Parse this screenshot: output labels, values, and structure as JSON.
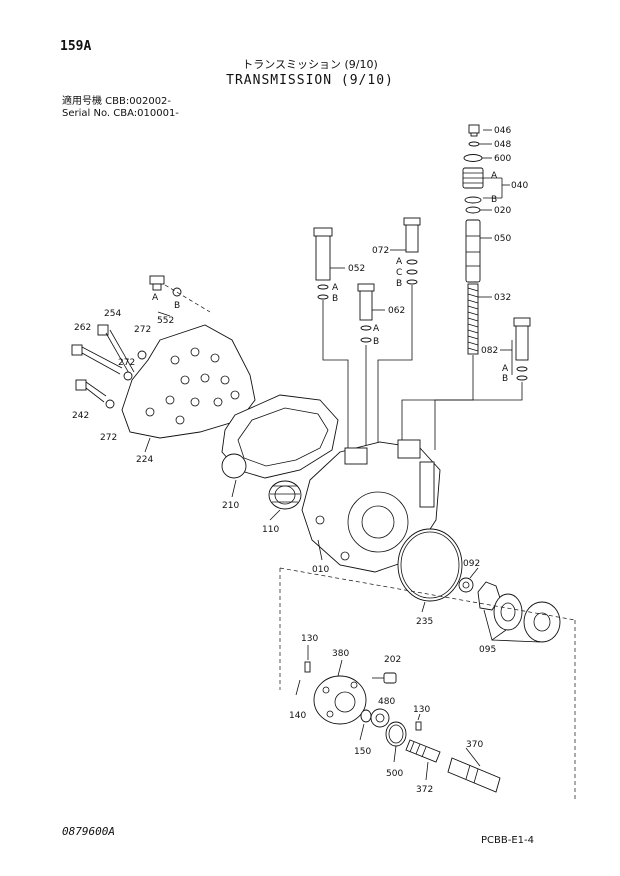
{
  "header": {
    "page_number": "159A",
    "title_jp": "トランスミッション (9/10)",
    "title_en": "TRANSMISSION (9/10)",
    "serial_line1": "適用号機 CBB:002002-",
    "serial_line2": "Serial No. CBA:010001-"
  },
  "footer": {
    "drawing_code": "0879600A",
    "sheet_code": "PCBB-E1-4"
  },
  "callouts": {
    "c046": "046",
    "c048": "048",
    "c600": "600",
    "c040": "040",
    "c020": "020",
    "c050": "050",
    "c032": "032",
    "c082": "082",
    "c052": "052",
    "c072": "072",
    "c062": "062",
    "c552": "552",
    "c254": "254",
    "c262": "262",
    "c272a": "272",
    "c272b": "272",
    "c272c": "272",
    "c242": "242",
    "c224": "224",
    "c210": "210",
    "c110": "110",
    "c010": "010",
    "c092": "092",
    "c235": "235",
    "c095": "095",
    "c130a": "130",
    "c380": "380",
    "c202": "202",
    "c480": "480",
    "c140": "140",
    "c150": "150",
    "c130b": "130",
    "c500": "500",
    "c370": "370",
    "c372": "372"
  },
  "letters": {
    "A": "A",
    "B": "B",
    "C": "C"
  }
}
